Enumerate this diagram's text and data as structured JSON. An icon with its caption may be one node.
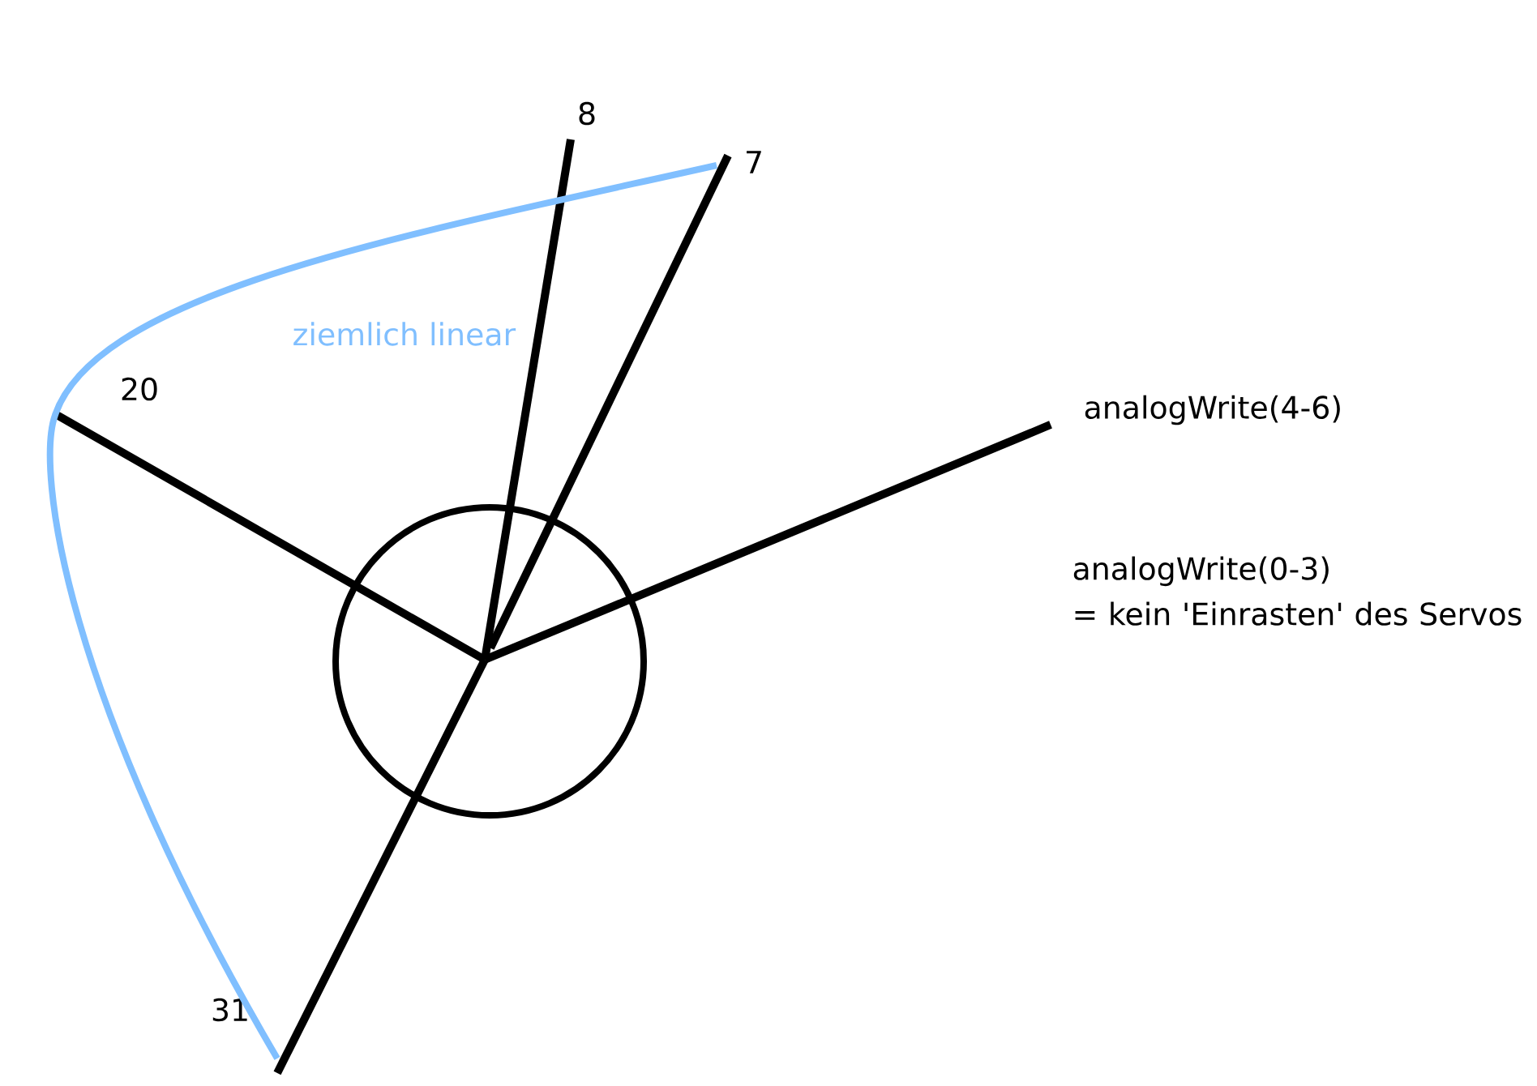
{
  "diagram": {
    "nodes": [
      {
        "text": [
          "8"
        ]
      },
      {
        "text": [
          "7"
        ]
      },
      {
        "text": [
          "20"
        ]
      },
      {
        "text": [
          "analogWrite(4-6)"
        ]
      },
      {
        "text": [],
        "shape": "circle"
      },
      {
        "text": [
          "31"
        ]
      }
    ],
    "edges": [
      {
        "from": 4,
        "to": 0,
        "arrow": "none"
      },
      {
        "from": 4,
        "to": 1,
        "arrow": "none"
      },
      {
        "from": 4,
        "to": 2,
        "arrow": "none"
      },
      {
        "from": 4,
        "to": 3,
        "arrow": "none"
      },
      {
        "from": 4,
        "to": 5,
        "arrow": "none"
      },
      {
        "from": 1,
        "to": 5,
        "arrow": "none",
        "label": "ziemlich linear",
        "color": "#80bfff"
      }
    ],
    "labels": [
      "analogWrite(0-3) = kein 'Einrasten' des Servos"
    ]
  }
}
